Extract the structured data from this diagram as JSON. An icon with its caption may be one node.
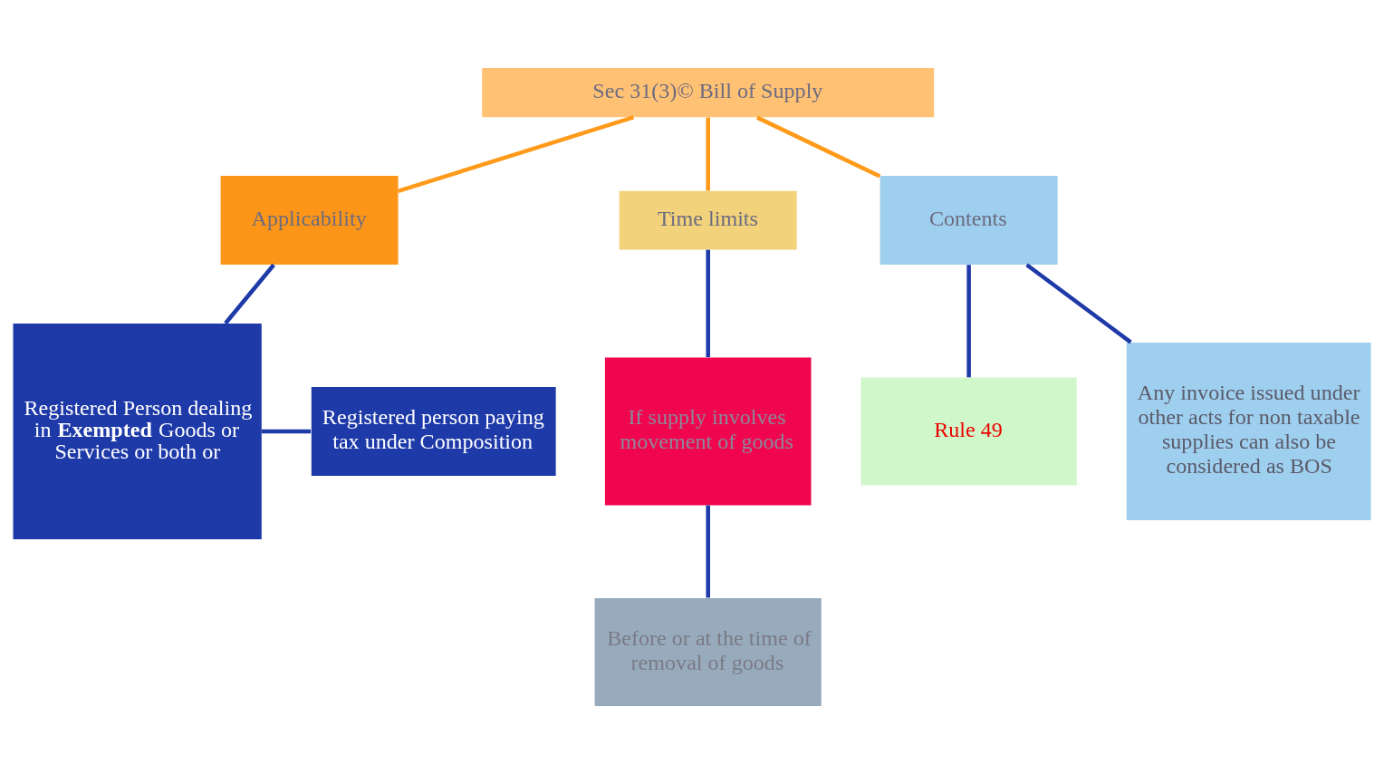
{
  "diagram": {
    "nodes": [
      {
        "text": [
          "Sec 31(3)© Bill of Supply"
        ]
      },
      {
        "text": [
          "Applicability"
        ]
      },
      {
        "text": [
          "Time limits"
        ]
      },
      {
        "text": [
          "Contents"
        ]
      },
      {
        "text": [
          "Registered Person dealing in **Exempted** Goods or Services or both or"
        ]
      },
      {
        "text": [
          "Registered person paying tax under Composition"
        ]
      },
      {
        "text": [
          "If supply involves movement of goods"
        ]
      },
      {
        "text": [
          "Before or at the time of removal of goods"
        ]
      },
      {
        "text": [
          "Rule 49"
        ]
      },
      {
        "text": [
          "Any invoice issued under other acts for non taxable supplies can also be considered as BOS"
        ]
      }
    ],
    "edges": [
      {
        "from": 0,
        "to": 1,
        "arrow": "none",
        "color": "#ff9a1a"
      },
      {
        "from": 0,
        "to": 2,
        "arrow": "none",
        "color": "#ff9a1a"
      },
      {
        "from": 0,
        "to": 3,
        "arrow": "none",
        "color": "#ff9a1a"
      },
      {
        "from": 1,
        "to": 4,
        "arrow": "none"
      },
      {
        "from": 4,
        "to": 5,
        "arrow": "none"
      },
      {
        "from": 2,
        "to": 6,
        "arrow": "none"
      },
      {
        "from": 6,
        "to": 7,
        "arrow": "none"
      },
      {
        "from": 3,
        "to": 8,
        "arrow": "none"
      },
      {
        "from": 3,
        "to": 9,
        "arrow": "none"
      }
    ]
  }
}
